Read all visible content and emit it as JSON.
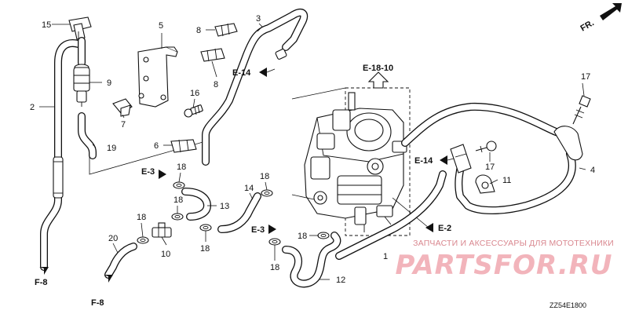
{
  "diagram": {
    "callouts": {
      "c1": "1",
      "c2": "2",
      "c3": "3",
      "c4": "4",
      "c5": "5",
      "c6": "6",
      "c7": "7",
      "c8a": "8",
      "c8b": "8",
      "c9": "9",
      "c10": "10",
      "c11": "11",
      "c12": "12",
      "c13": "13",
      "c14": "14",
      "c15": "15",
      "c16": "16",
      "c17a": "17",
      "c17b": "17",
      "c18a": "18",
      "c18b": "18",
      "c18c": "18",
      "c18d": "18",
      "c18e": "18",
      "c18f": "18",
      "c18g": "18",
      "c19": "19",
      "c20": "20"
    },
    "refs": {
      "e14a": "E-14",
      "e1810": "E-18-10",
      "e14b": "E-14",
      "e3a": "E-3",
      "e3b": "E-3",
      "e2": "E-2",
      "f8a": "F-8",
      "f8b": "F-8"
    },
    "direction": "FR.",
    "diagram_code": "ZZ54E1800"
  },
  "watermark": {
    "text": "ЗАПЧАСТИ И АКСЕССУАРЫ ДЛЯ МОТОТЕХНИКИ",
    "logo": "PARTSFOR.RU"
  }
}
